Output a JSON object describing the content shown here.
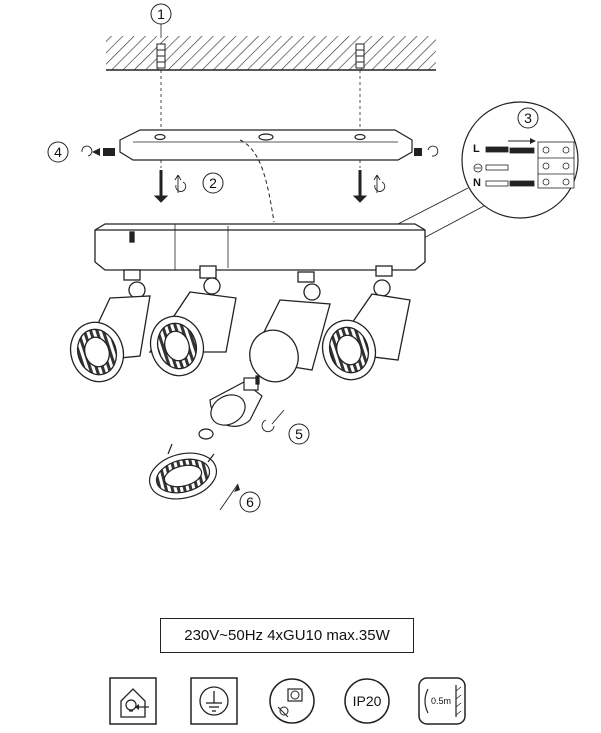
{
  "steps": [
    "1",
    "2",
    "3",
    "4",
    "5",
    "6"
  ],
  "terminals": [
    "L",
    "N"
  ],
  "spec": "230V~50Hz  4xGU10 max.35W",
  "symbols": [
    {
      "name": "indoor-use-icon",
      "label": ""
    },
    {
      "name": "protection-class-earth-icon",
      "label": ""
    },
    {
      "name": "mounting-surface-icon",
      "label": ""
    },
    {
      "name": "ip-rating-icon",
      "label": "IP20"
    },
    {
      "name": "min-distance-icon",
      "label": "0.5m"
    }
  ],
  "colors": {
    "line": "#222222",
    "hatch": "#333333",
    "fill": "#ffffff"
  }
}
